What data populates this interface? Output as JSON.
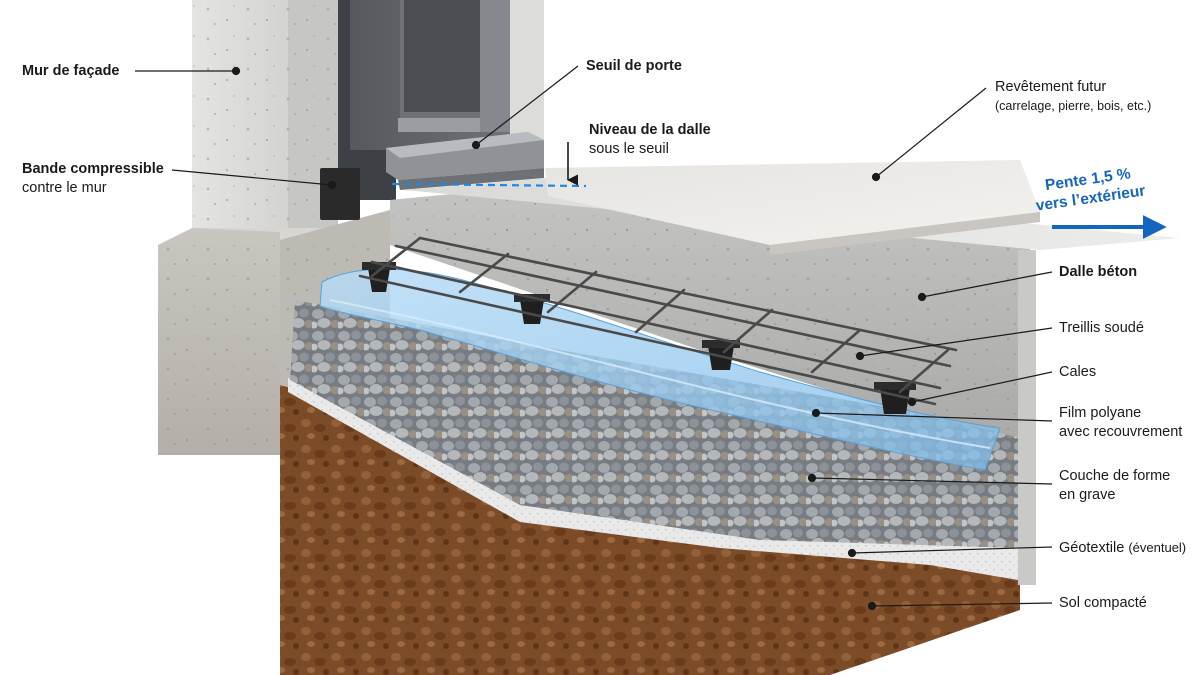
{
  "labels": {
    "mur_facade": "Mur de façade",
    "bande_line1": "Bande compressible",
    "bande_line2": "contre le mur",
    "seuil_porte": "Seuil de porte",
    "niveau_line1": "Niveau de la dalle",
    "niveau_line2": "sous le seuil",
    "revetement_line1": "Revêtement futur",
    "revetement_line2": "(carrelage, pierre, bois, etc.)",
    "dalle_beton": "Dalle béton",
    "treillis": "Treillis soudé",
    "cales": "Cales",
    "film_line1": "Film polyane",
    "film_line2": "avec recouvrement",
    "couche_line1": "Couche de forme",
    "couche_line2": "en grave",
    "geotextile_main": "Géotextile",
    "geotextile_note": "(éventuel)",
    "sol_compacte": "Sol compacté"
  },
  "slope": {
    "line1": "Pente 1,5 %",
    "line2": "vers l’extérieur",
    "color": "#1565c0"
  },
  "colors": {
    "concrete": "#bcbcbc",
    "gravel": "#8e949a",
    "soil": "#7a4a26",
    "film": "#8ec6f0",
    "leader": "#1a1a1a"
  }
}
